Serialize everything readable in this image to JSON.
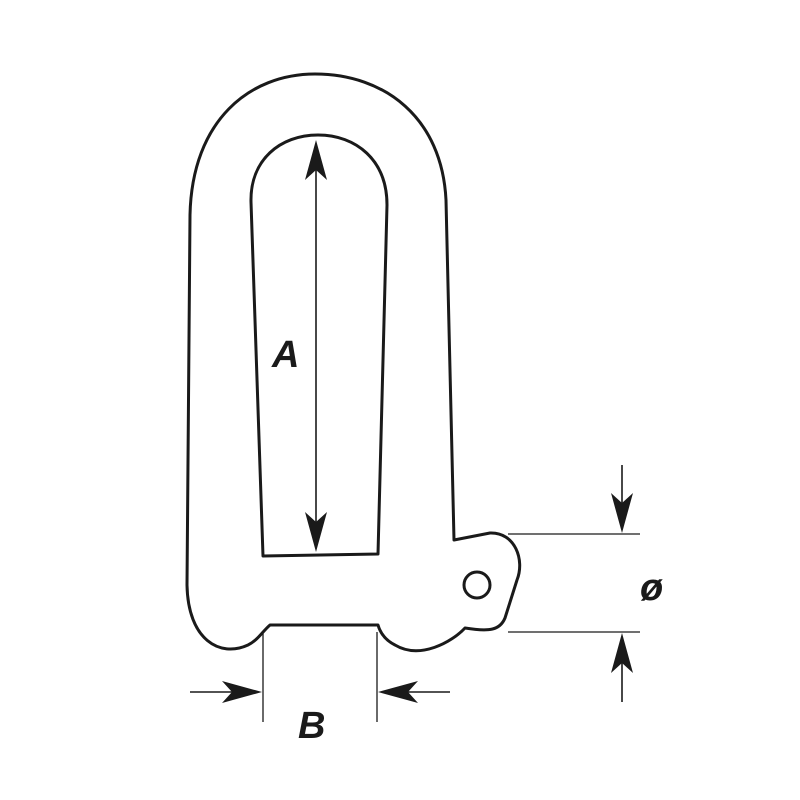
{
  "diagram": {
    "subject": "D-shackle",
    "labels": {
      "length": "A",
      "width": "B",
      "diameter": "ø"
    },
    "colors": {
      "stroke": "#1a1a1a",
      "background": "#ffffff"
    }
  }
}
